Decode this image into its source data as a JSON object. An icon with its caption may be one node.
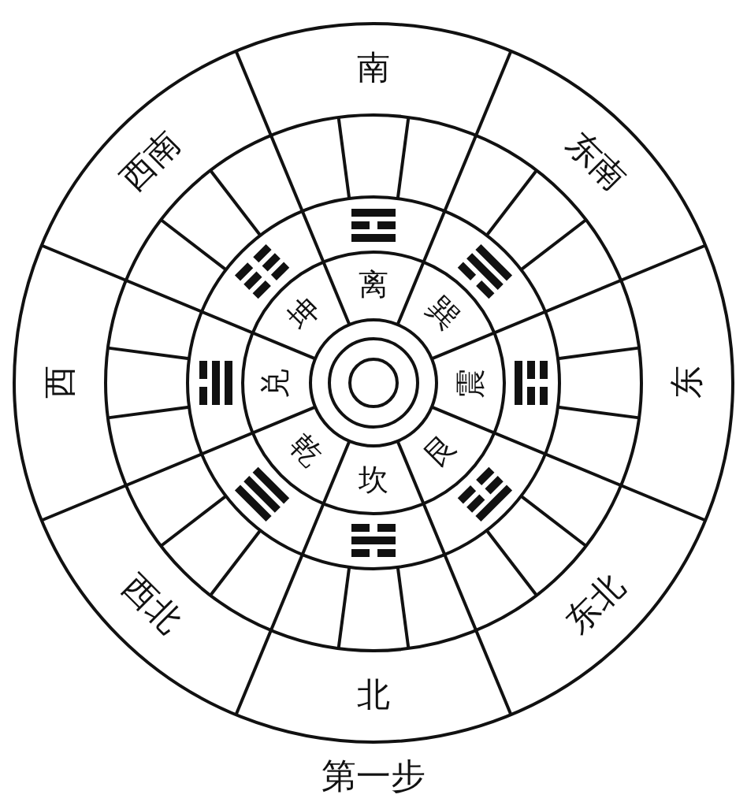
{
  "diagram": {
    "caption": "第一步",
    "nodes": [
      {
        "text": [
          "南"
        ]
      },
      {
        "text": [
          "东南"
        ]
      },
      {
        "text": [
          "东"
        ]
      },
      {
        "text": [
          "东北"
        ]
      },
      {
        "text": [
          "北"
        ]
      },
      {
        "text": [
          "西北"
        ]
      },
      {
        "text": [
          "西"
        ]
      },
      {
        "text": [
          "西南"
        ]
      },
      {
        "text": [
          "离"
        ]
      },
      {
        "text": [
          "巽"
        ]
      },
      {
        "text": [
          "震"
        ]
      },
      {
        "text": [
          "艮"
        ]
      },
      {
        "text": [
          "坎"
        ]
      },
      {
        "text": [
          "乾"
        ]
      },
      {
        "text": [
          "兑"
        ]
      },
      {
        "text": [
          "坤"
        ]
      }
    ]
  }
}
